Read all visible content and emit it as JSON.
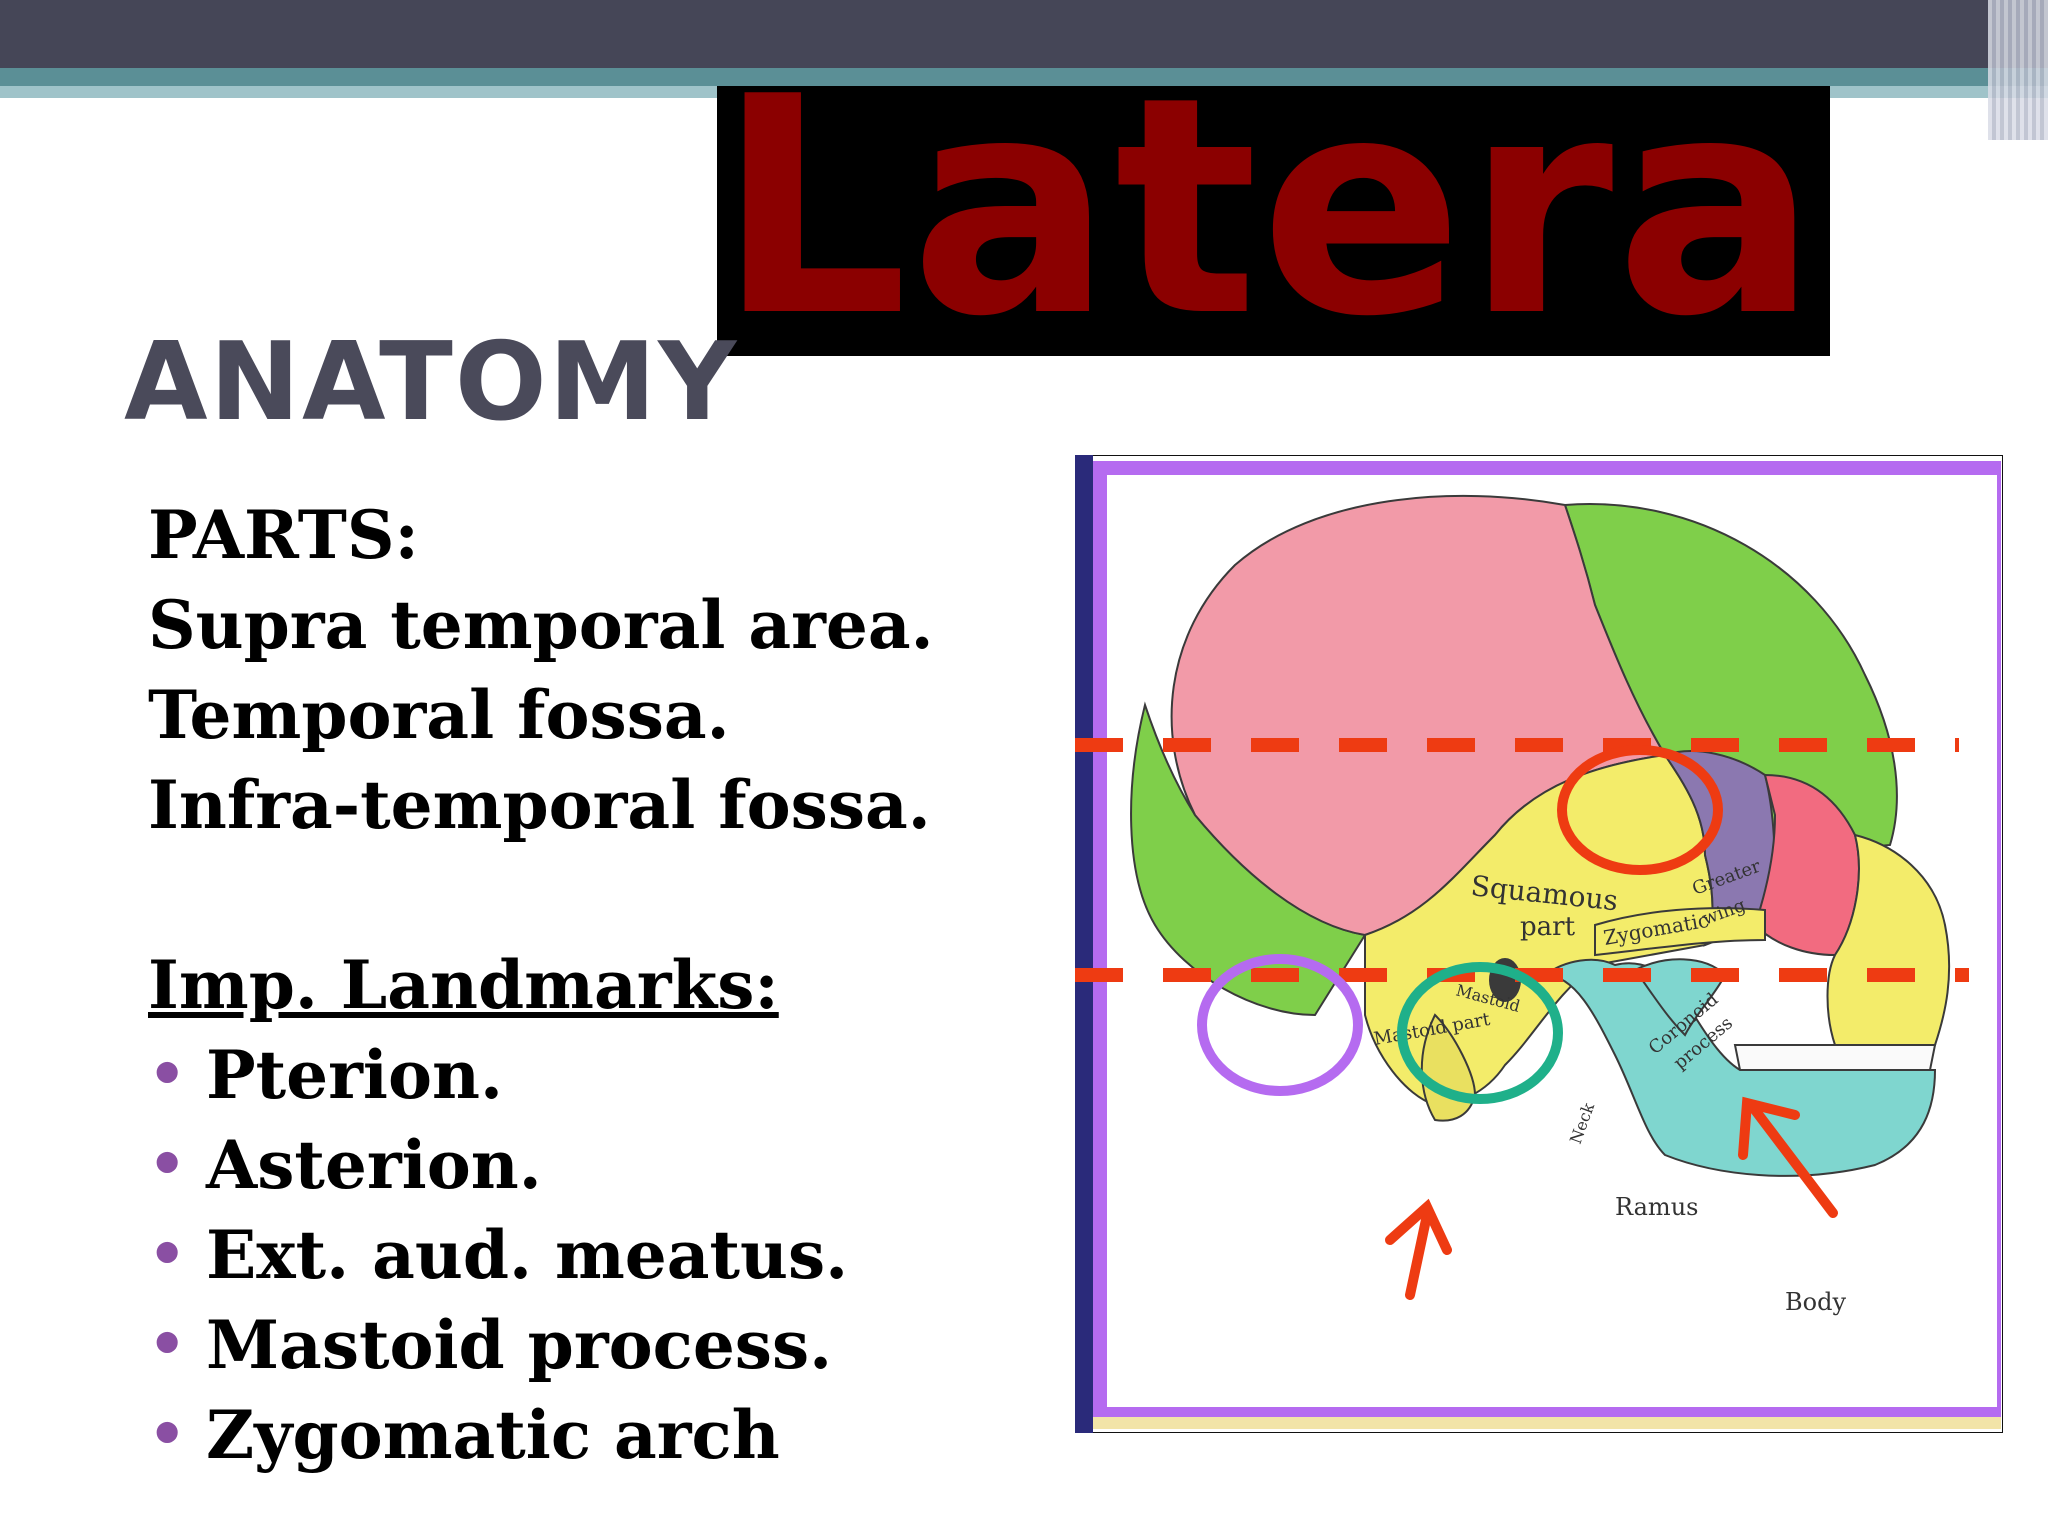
{
  "slide": {
    "title_banner": "Lateral",
    "heading": "ANATOMY",
    "parts_label": "PARTS:",
    "parts": [
      "Supra temporal area.",
      "Temporal fossa.",
      "Infra-temporal fossa."
    ],
    "landmarks_label": "Imp. Landmarks:",
    "landmarks": [
      "Pterion.",
      "Asterion.",
      "Ext. aud. meatus.",
      "Mastoid process.",
      "Zygomatic arch"
    ]
  },
  "figure": {
    "labels": {
      "squamous": "Squamous",
      "part": "part",
      "greater": "Greater",
      "wing": "wing",
      "mastoid": "Mastoid",
      "mastoid_part": "Mastoid part",
      "zygomatic": "Zygomatic",
      "coronoid": "Coronoid",
      "process": "process",
      "ramus": "Ramus",
      "body": "Body",
      "neck": "Neck"
    }
  },
  "colors": {
    "topbar": "#454657",
    "banner_text": "#8b0000",
    "heading": "#4a4a5a",
    "bullet": "#8a4fa3",
    "frame_purple": "#b56bf0",
    "dashed_line": "#ee3b12",
    "circle_red": "#ee3b12",
    "circle_purple": "#b56bf0",
    "circle_green": "#1fb08a",
    "bone_parietal": "#f29aa8",
    "bone_occipital": "#7fcf4a",
    "bone_temporal": "#f3ec6a",
    "bone_sphenoid": "#8b78b0",
    "bone_zygomatic": "#f26b80",
    "bone_mandible": "#7fd6cf"
  }
}
